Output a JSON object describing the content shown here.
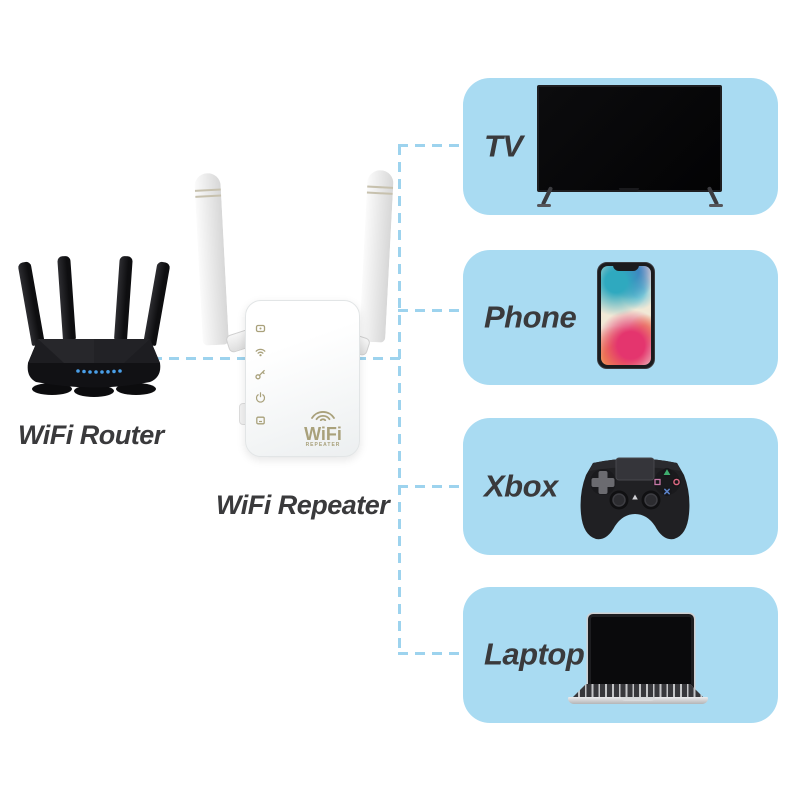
{
  "diagram": {
    "router": {
      "label": "WiFi Router"
    },
    "repeater": {
      "label": "WiFi Repeater",
      "logo_text": "WiFi",
      "logo_subtext": "REPEATER",
      "indicators": [
        "wps",
        "wifi",
        "signal",
        "power",
        "ethernet"
      ]
    },
    "devices": [
      {
        "id": "tv",
        "label": "TV"
      },
      {
        "id": "phone",
        "label": "Phone"
      },
      {
        "id": "xbox",
        "label": "Xbox"
      },
      {
        "id": "laptop",
        "label": "Laptop"
      }
    ],
    "colors": {
      "background": "#ffffff",
      "panel": "#a9dbf2",
      "connector_line": "#9dd3ee",
      "label_text": "#3a3a3c",
      "repeater_accent": "#a9a17b",
      "router_led": "#4a9fe8"
    }
  }
}
